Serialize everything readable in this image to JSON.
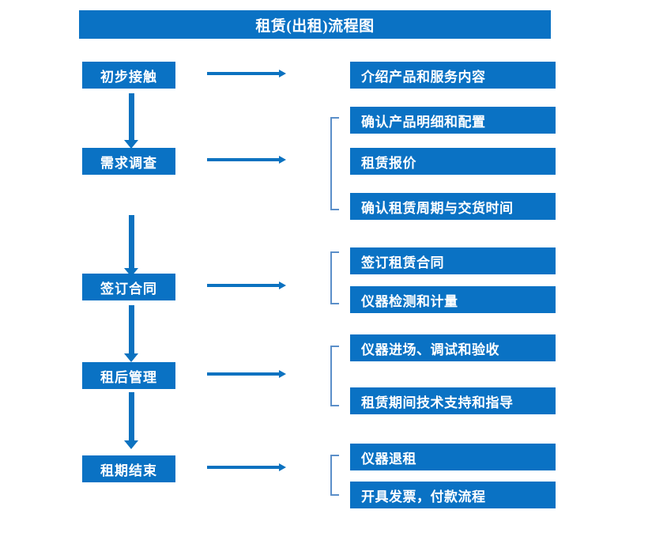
{
  "diagram": {
    "title": "租赁(出租)流程图",
    "accent_color": "#0A72C4",
    "bracket_color": "#5B8FC9",
    "arrow_color": "#0C72C0",
    "background_color": "#FFFFFF",
    "stages": [
      {
        "id": "stage-1",
        "label": "初步接触",
        "details": [
          "介绍产品和服务内容"
        ],
        "has_bracket": false,
        "has_down_arrow": true
      },
      {
        "id": "stage-2",
        "label": "需求调查",
        "details": [
          "确认产品明细和配置",
          "租赁报价",
          "确认租赁周期与交货时间"
        ],
        "has_bracket": true,
        "has_down_arrow": true
      },
      {
        "id": "stage-3",
        "label": "签订合同",
        "details": [
          "签订租赁合同",
          "仪器检测和计量"
        ],
        "has_bracket": true,
        "has_down_arrow": true
      },
      {
        "id": "stage-4",
        "label": "租后管理",
        "details": [
          "仪器进场、调试和验收",
          "租赁期间技术支持和指导"
        ],
        "has_bracket": true,
        "has_down_arrow": true
      },
      {
        "id": "stage-5",
        "label": "租期结束",
        "details": [
          "仪器退租",
          "开具发票，付款流程"
        ],
        "has_bracket": true,
        "has_down_arrow": false
      }
    ]
  }
}
